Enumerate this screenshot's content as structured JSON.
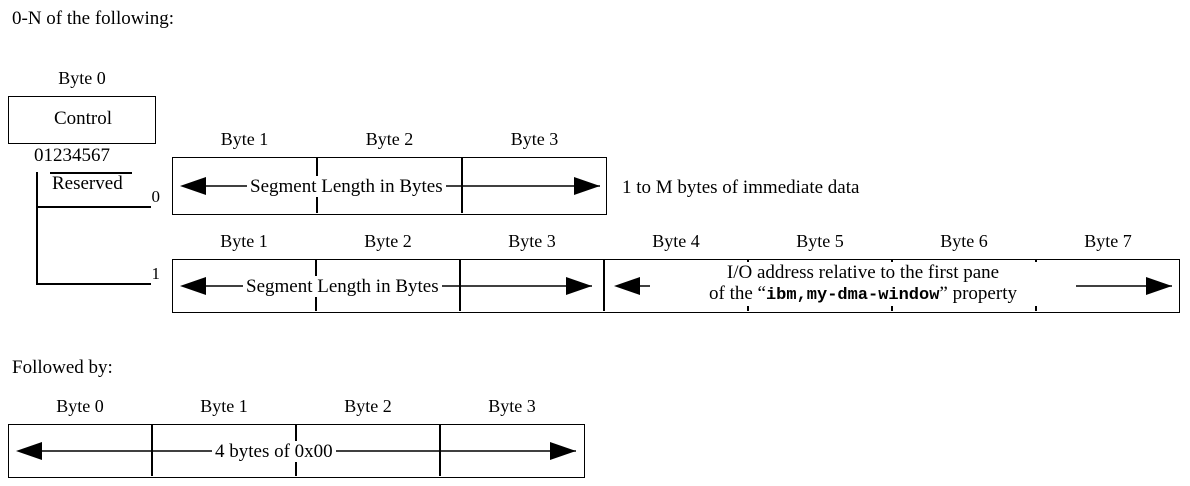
{
  "headings": {
    "intro": "0-N of the following:",
    "followed_by": "Followed by:"
  },
  "control_block": {
    "byte_label": "Byte 0",
    "name": "Control",
    "bit_numbers": "01234567",
    "reserved_label": "Reserved",
    "branch_labels": [
      "0",
      "1"
    ]
  },
  "immediate_row": {
    "index": "0",
    "byte_labels": [
      "Byte 1",
      "Byte 2",
      "Byte 3"
    ],
    "arrow_label": "Segment Length in Bytes",
    "note": "1 to M bytes of immediate data"
  },
  "dma_row": {
    "index": "1",
    "byte_labels_left": [
      "Byte 1",
      "Byte 2",
      "Byte 3"
    ],
    "byte_labels_right": [
      "Byte 4",
      "Byte 5",
      "Byte 6",
      "Byte 7"
    ],
    "arrow_label_left": "Segment Length in Bytes",
    "arrow_label_right_line1": "I/O address relative to the first pane",
    "arrow_label_right_line2_pre": "of the “",
    "arrow_label_right_line2_mono": "ibm,my-dma-window",
    "arrow_label_right_line2_post": "” property"
  },
  "trailer_row": {
    "byte_labels": [
      "Byte 0",
      "Byte 1",
      "Byte 2",
      "Byte 3"
    ],
    "arrow_label": "4 bytes of 0x00"
  },
  "colors": {
    "ink": "#000000",
    "paper": "#ffffff"
  }
}
